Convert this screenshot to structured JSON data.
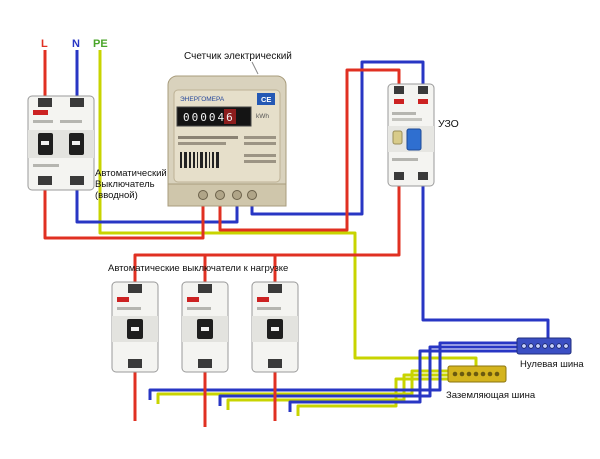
{
  "diagram": {
    "background": "#ffffff",
    "colors": {
      "phase": "#e03022",
      "neutral": "#2836c4",
      "ground": "#c8d400",
      "pe_text": "#4aa52a",
      "label_text": "#111111"
    },
    "terminals": {
      "l": "L",
      "n": "N",
      "pe": "PE"
    },
    "meter": {
      "title": "Счетчик электрический",
      "brand": "ЭНЕРГОМЕРА",
      "logo": "СЕ",
      "display": "000046",
      "unit": "kWh"
    },
    "input_breaker": {
      "label_line1": "Автоматический",
      "label_line2": "Выключатель",
      "label_line3": "(вводной)"
    },
    "rcd": {
      "label": "УЗО"
    },
    "load_breakers": {
      "label": "Автоматические выключатели к нагрузке"
    },
    "neutral_bus": {
      "label": "Нулевая шина",
      "color": "#3b4fc4"
    },
    "ground_bus": {
      "label": "Заземляющая шина",
      "color": "#d4b41e"
    }
  }
}
